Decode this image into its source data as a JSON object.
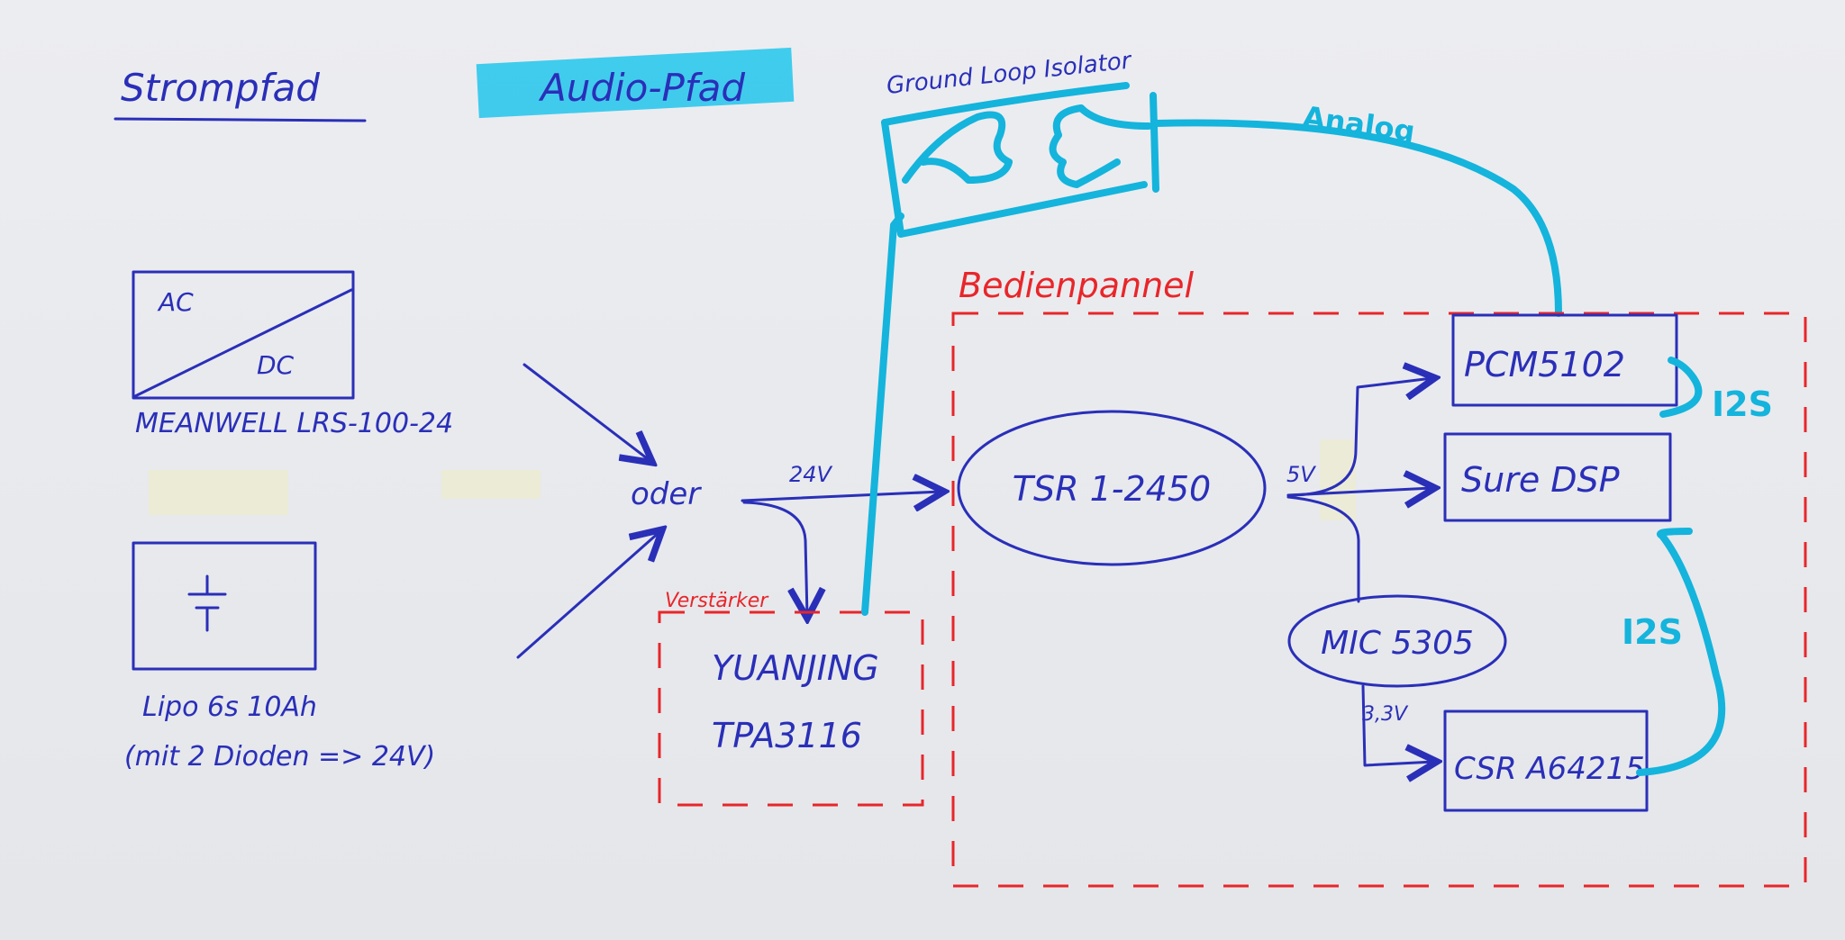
{
  "headings": {
    "power_path": "Strompfad",
    "audio_path": "Audio-Pfad"
  },
  "power_supply": {
    "ac": "AC",
    "dc": "DC",
    "label": "MEANWELL LRS-100-24"
  },
  "battery": {
    "label": "Lipo 6s 10Ah",
    "note": "(mit 2 Dioden => 24V)"
  },
  "or_label": "oder",
  "voltage_24": "24V",
  "voltage_5": "5V",
  "voltage_33": "3,3V",
  "amplifier": {
    "group_label": "Verstärker",
    "line1": "YUANJING",
    "line2": "TPA3116"
  },
  "ground_loop": {
    "label": "Ground Loop Isolator"
  },
  "analog_label": "Analog",
  "panel_label": "Bedienpannel",
  "regulator": "TSR 1-2450",
  "ldo": "MIC 5305",
  "dac": "PCM5102",
  "dsp": "Sure DSP",
  "bluetooth": "CSR A64215",
  "i2s_top": "I2S",
  "i2s_bottom": "I2S",
  "colors": {
    "ink_blue": "#2a2fb8",
    "marker_cyan": "#14b4dc",
    "ink_red": "#e8262a",
    "paper": "#ecedf1"
  }
}
